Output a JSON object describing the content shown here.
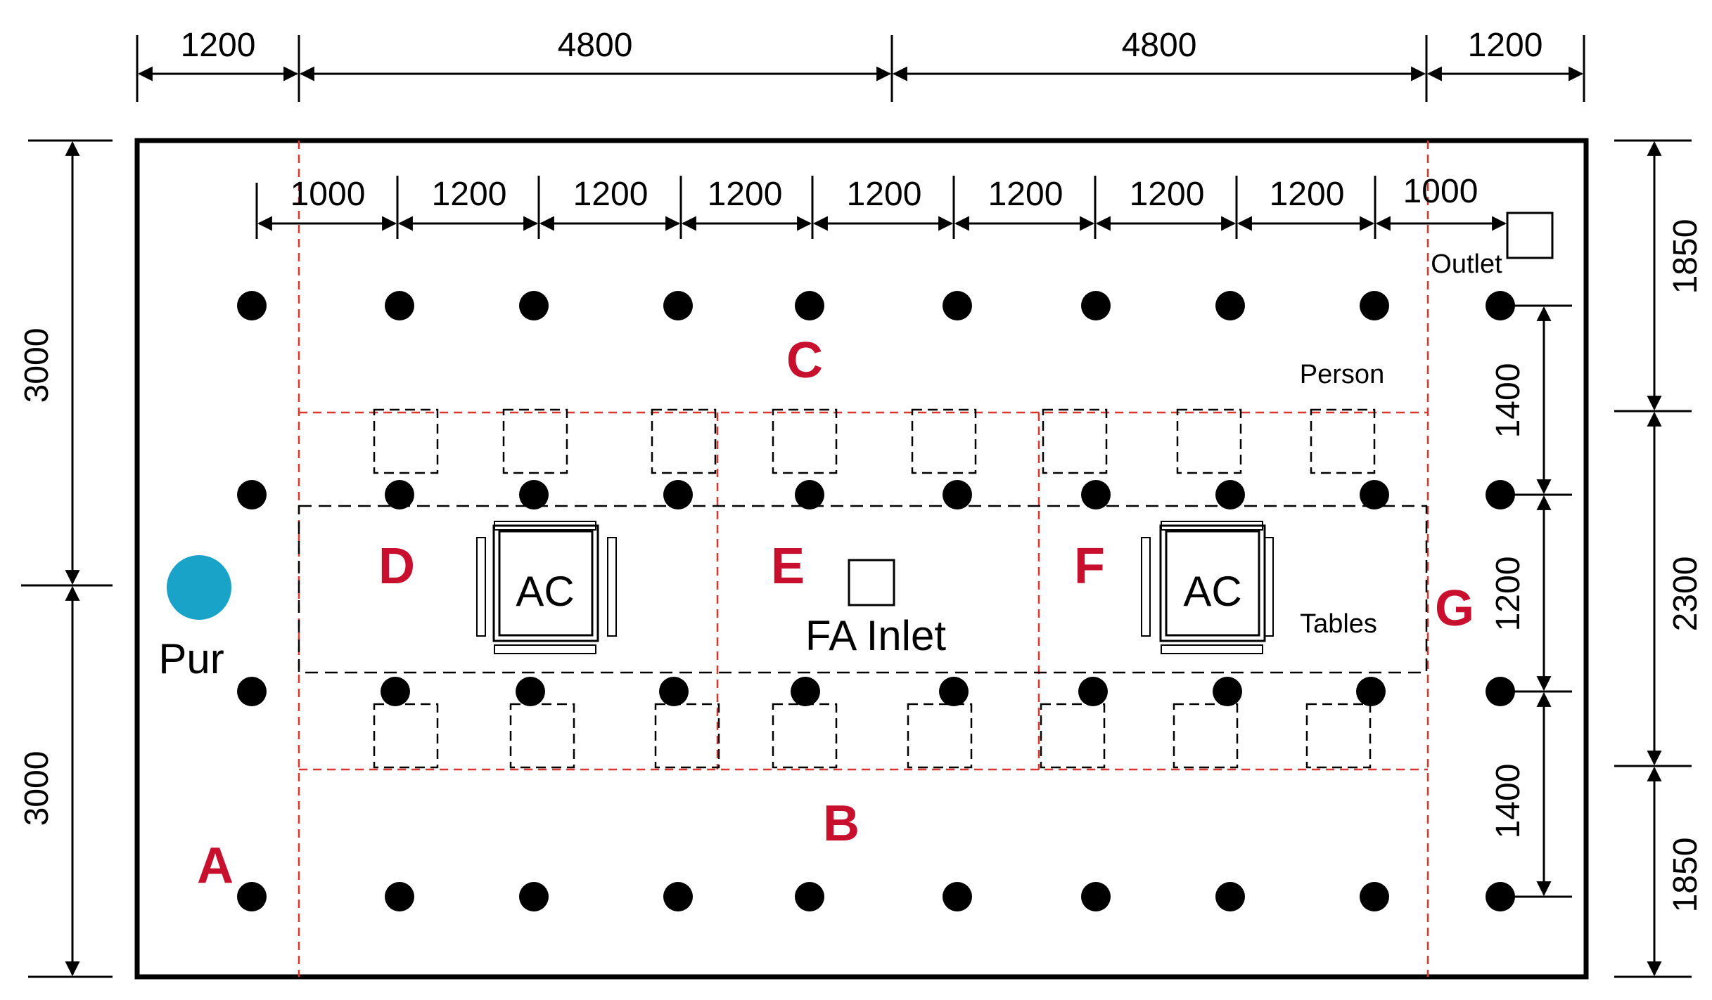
{
  "dimensions": {
    "top": [
      "1200",
      "4800",
      "4800",
      "1200"
    ],
    "inner": [
      "1000",
      "1200",
      "1200",
      "1200",
      "1200",
      "1200",
      "1200",
      "1200",
      "1000"
    ],
    "left": [
      "3000",
      "3000"
    ],
    "right_outer": [
      "1850",
      "2300",
      "1850"
    ],
    "right_inner": [
      "1400",
      "1200",
      "1400"
    ]
  },
  "zones": [
    "A",
    "B",
    "C",
    "D",
    "E",
    "F",
    "G"
  ],
  "labels": {
    "ac_left": "AC",
    "ac_right": "AC",
    "fa_inlet": "FA Inlet",
    "purifier": "Pur",
    "outlet": "Outlet",
    "person": "Person",
    "tables": "Tables"
  },
  "colors": {
    "zone_text": "#c8102e",
    "zone_lines": "#d9362f",
    "purifier": "#1aa3c8",
    "points": "#000000"
  }
}
